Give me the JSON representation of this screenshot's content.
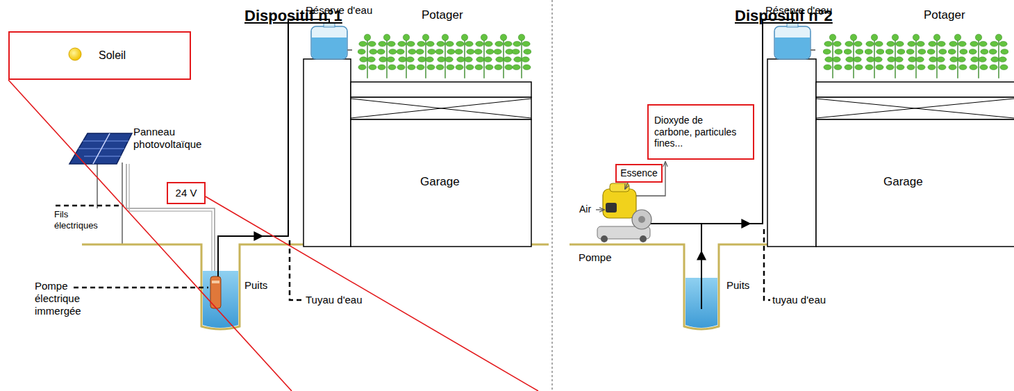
{
  "diagram": {
    "nodes": [
      {
        "text": [
          "Soleil"
        ]
      },
      {
        "text": [
          "24 V"
        ]
      },
      {
        "text": [
          "Dioxyde de carbone, particules fines..."
        ]
      },
      {
        "text": [
          "Essence"
        ]
      }
    ],
    "labels": [
      "Dispositif n°1",
      "Réserve d'eau",
      "Potager",
      "Panneau photovoltaïque",
      "Fils électriques",
      "Garage",
      "Puits",
      "Tuyau d'eau",
      "Pompe électrique immergée",
      "Dispositif n°2",
      "Réserve d'eau",
      "Potager",
      "Air",
      "Garage",
      "Pompe",
      "Puits",
      "tuyau d'eau"
    ]
  }
}
